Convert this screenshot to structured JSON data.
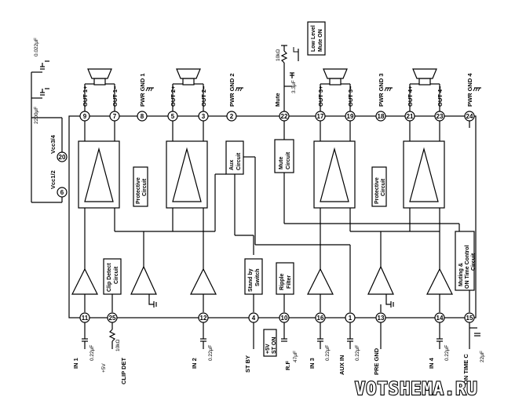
{
  "watermark": "VOTSHEMA.RU",
  "top_pins": [
    {
      "num": "9",
      "label": "OUT 1+"
    },
    {
      "num": "7",
      "label": "OUT 1–"
    },
    {
      "num": "8",
      "label": "PWR GND 1"
    },
    {
      "num": "5",
      "label": "OUT 2+"
    },
    {
      "num": "3",
      "label": "OUT 2–"
    },
    {
      "num": "2",
      "label": "PWR GND 2"
    },
    {
      "num": "22",
      "label": "Mute"
    },
    {
      "num": "17",
      "label": "OUT 3+"
    },
    {
      "num": "19",
      "label": "OUT 3–"
    },
    {
      "num": "18",
      "label": "PWR GND 3"
    },
    {
      "num": "21",
      "label": "OUT 4+"
    },
    {
      "num": "23",
      "label": "OUT 4–"
    },
    {
      "num": "24",
      "label": "PWR GND 4"
    }
  ],
  "left_pins": [
    {
      "num": "20",
      "label": "Vcc3/4"
    },
    {
      "num": "6",
      "label": "Vcc1/2"
    }
  ],
  "bottom_pins": [
    {
      "num": "11",
      "label": "IN 1"
    },
    {
      "num": "25",
      "label": "CLIP DET"
    },
    {
      "num": "12",
      "label": "IN 2"
    },
    {
      "num": "4",
      "label": "ST BY"
    },
    {
      "num": "10",
      "label": "R.F"
    },
    {
      "num": "16",
      "label": "IN 3"
    },
    {
      "num": "1",
      "label": "AUX IN"
    },
    {
      "num": "13",
      "label": "PRE GND"
    },
    {
      "num": "14",
      "label": "IN 4"
    },
    {
      "num": "15",
      "label": "ON TIME C"
    }
  ],
  "blocks": {
    "protective_1": "Protective Circuit",
    "protective_2": "Protective Circuit",
    "aux": "Aux Circuit",
    "mute": "Mute Circuit",
    "clip_detect": "Clip Detect Circuit",
    "standby": "Stand by Switch",
    "ripple": "Ripple Filter",
    "muting": "Muting & ON Time Control Circuit",
    "low_level_mute": "Low Level Mute ON"
  },
  "components": {
    "c_top1": "0.022μF",
    "c_top2": "2200μF",
    "r_mute": "10kΩ",
    "c_mute": "3.3μF",
    "c_in1": "0.22μF",
    "r_clip": "10kΩ",
    "v_clip": "+5V",
    "c_in2": "0.22μF",
    "v_stby": "+5V",
    "st_on": "ST ON",
    "c_rf": "47μF",
    "c_in3": "0.22μF",
    "c_aux": "0.22μF",
    "c_in4": "0.22μF",
    "c_on": "22μF"
  }
}
